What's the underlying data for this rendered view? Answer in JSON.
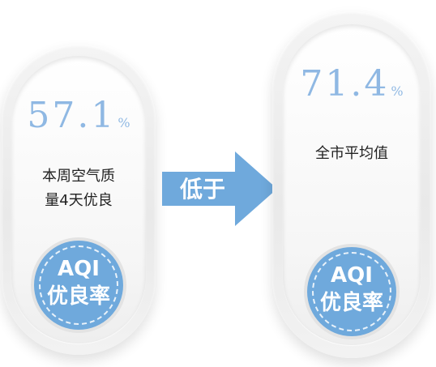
{
  "left_card": {
    "value": "57.1",
    "unit": "%",
    "description": "本周空气质\n量4天优良",
    "badge": "AQI\n优良率"
  },
  "comparison": {
    "label": "低于"
  },
  "right_card": {
    "value": "71.4",
    "unit": "%",
    "description": "全市平均值",
    "badge": "AQI\n优良率"
  },
  "colors": {
    "accent": "#6fa9dc",
    "value_text": "#8fb8e3"
  }
}
